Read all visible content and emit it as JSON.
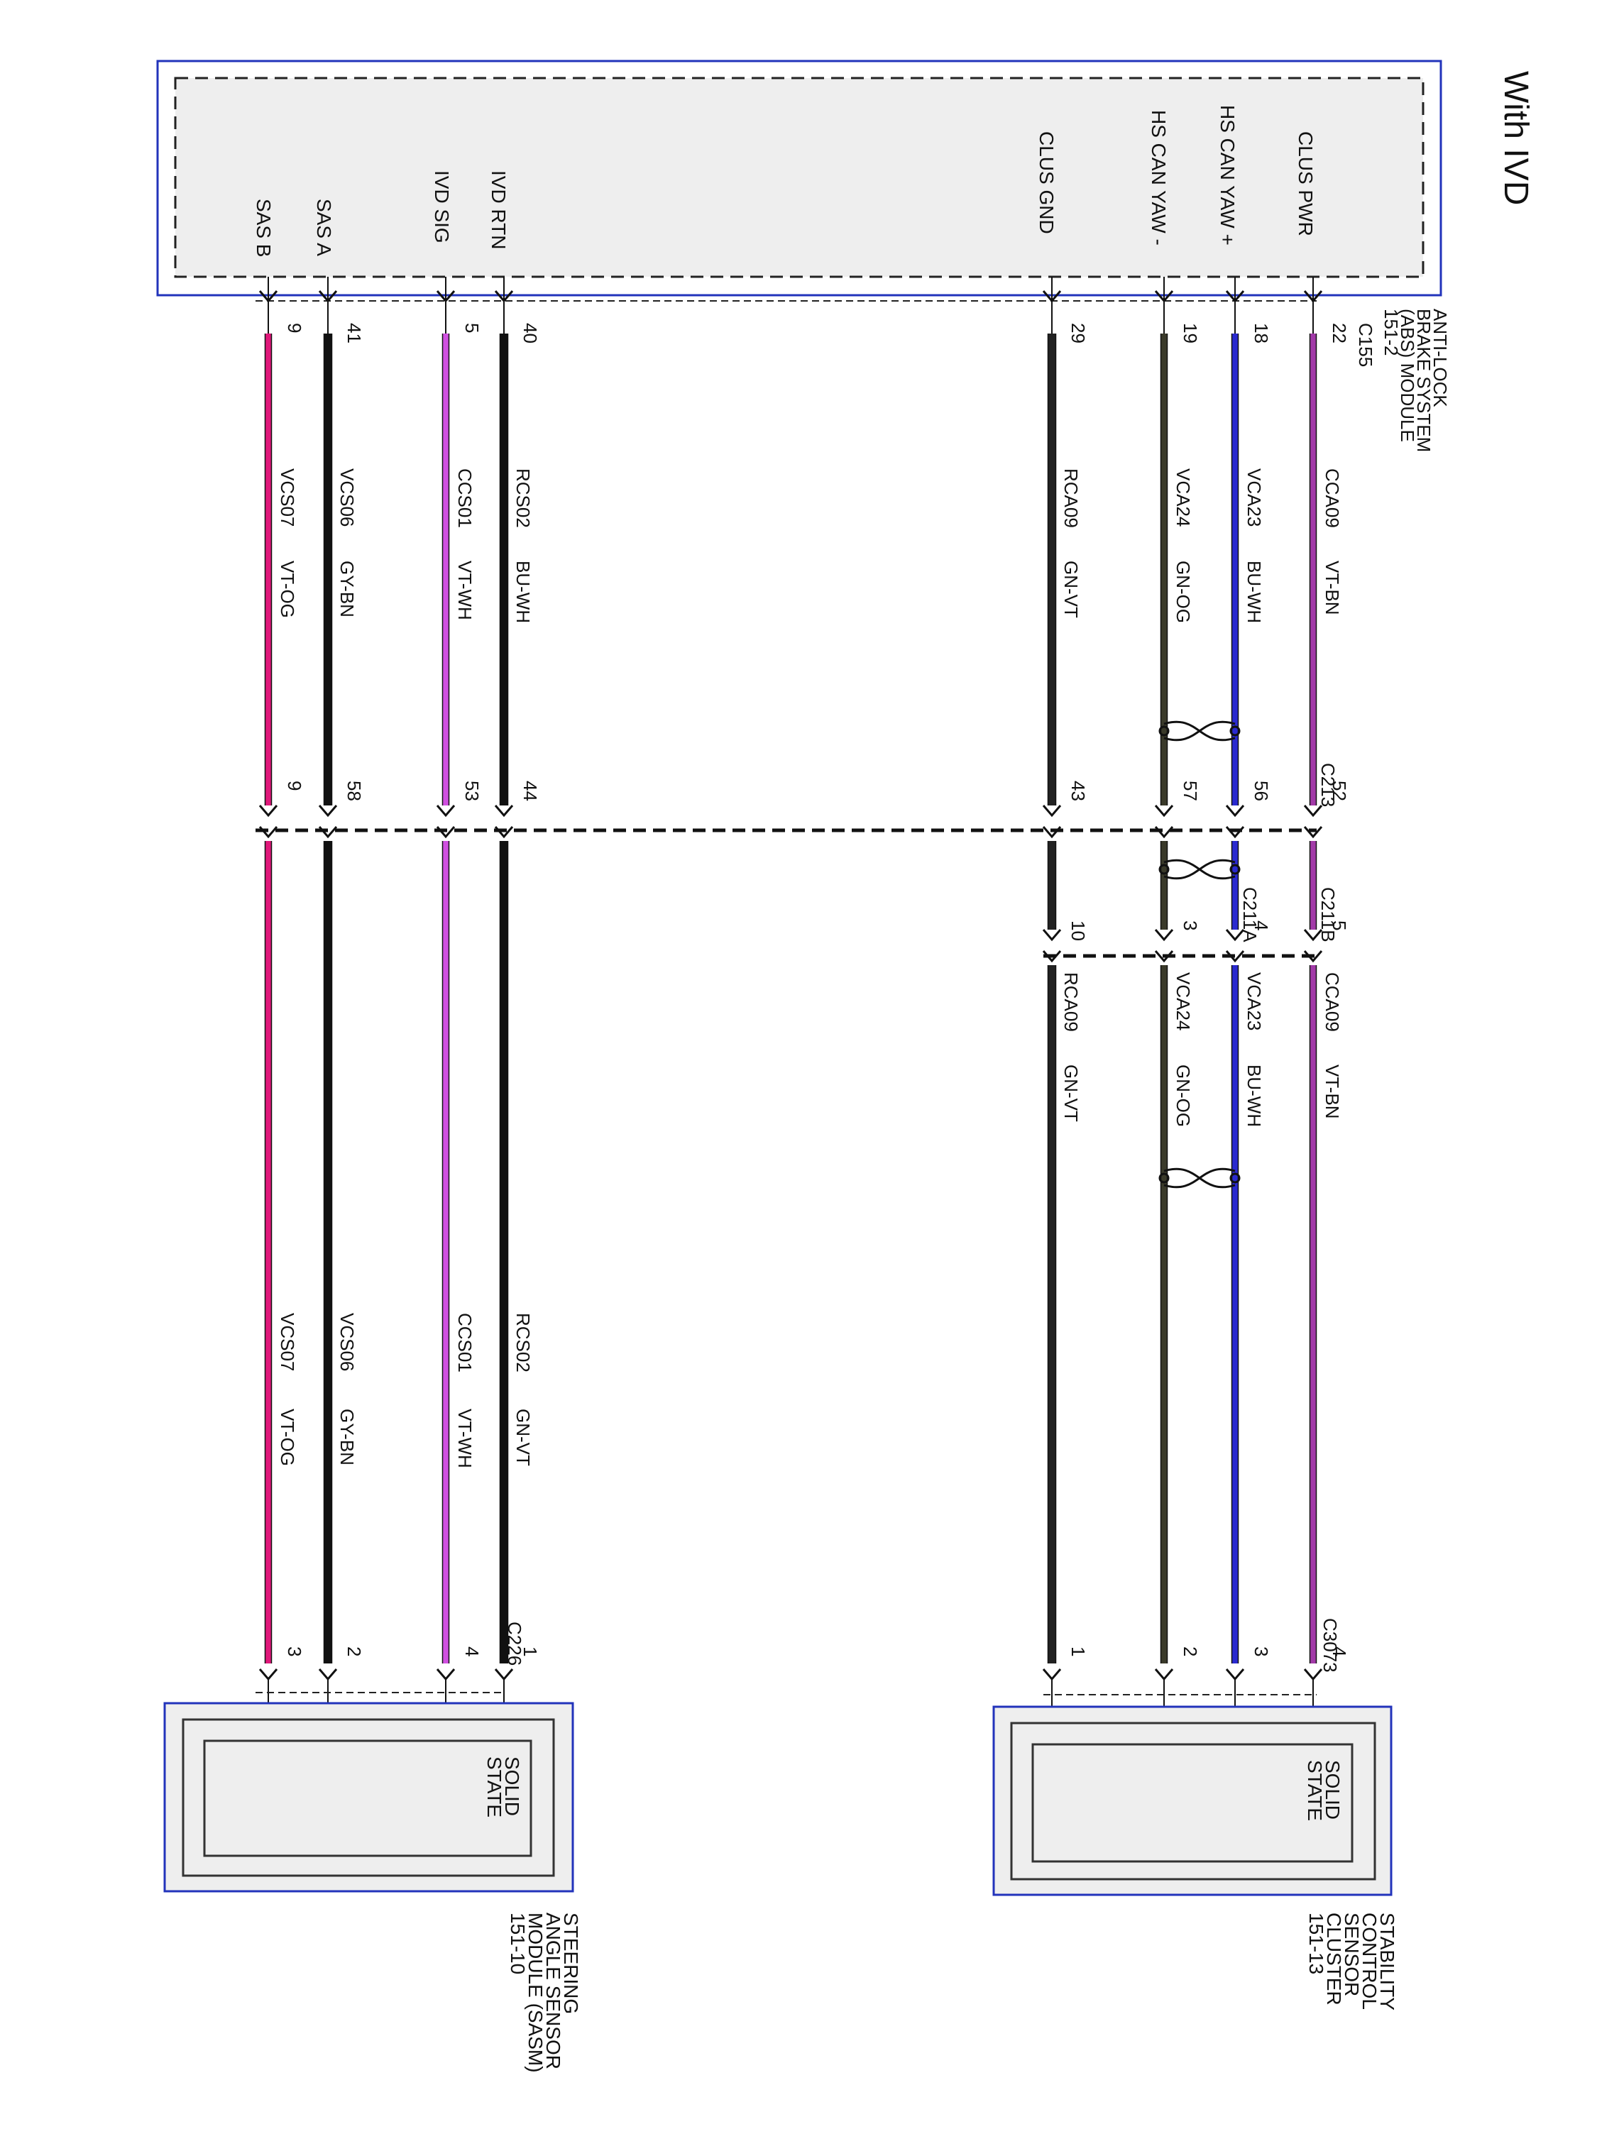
{
  "title": "With IVD",
  "colors": {
    "frame": "#2233bb",
    "violet_brown": "#a23aa8",
    "blue_white": "#2a2ad0",
    "green_orange": "#3a3a2a",
    "green_violet": "#222222",
    "blue_white_black": "#111111",
    "violet_white": "#d050e0",
    "gray_brown": "#111111",
    "violet_orange": "#e0187a",
    "module_fill": "#eeeeee"
  },
  "abs_module": {
    "name_lines": [
      "ANTI-LOCK",
      "BRAKE SYSTEM",
      "(ABS) MODULE",
      "151-2"
    ],
    "connector": "C155",
    "functions": [
      "CLUS PWR",
      "HS CAN YAW +",
      "HS CAN YAW -",
      "CLUS GND",
      "IVD RTN",
      "IVD SIG",
      "SAS A",
      "SAS B"
    ]
  },
  "stability_cluster": {
    "name_lines": [
      "STABILITY",
      "CONTROL",
      "SENSOR",
      "CLUSTER",
      "151-13"
    ],
    "connector": "C3073",
    "inner_label_lines": [
      "SOLID",
      "STATE"
    ]
  },
  "sasm": {
    "name_lines": [
      "STEERING",
      "ANGLE SENSOR",
      "MODULE (SASM)",
      "151-10"
    ],
    "connector": "C226",
    "inner_label_lines": [
      "SOLID",
      "STATE"
    ]
  },
  "inline_connectors": {
    "c213": "C213",
    "c211a": "C211A",
    "c211b": "C211B"
  },
  "wires": [
    {
      "function": "CLUS PWR",
      "pin_abs": "22",
      "circuit1": "CCA09",
      "color1": "VT-BN",
      "pin_c213": "52",
      "pin_c211": "5",
      "circuit2": "CCA09",
      "color2": "VT-BN",
      "pin_end": "4"
    },
    {
      "function": "HS CAN YAW +",
      "pin_abs": "18",
      "circuit1": "VCA23",
      "color1": "BU-WH",
      "pin_c213": "56",
      "pin_c211": "4",
      "circuit2": "VCA23",
      "color2": "BU-WH",
      "pin_end": "3"
    },
    {
      "function": "HS CAN YAW -",
      "pin_abs": "19",
      "circuit1": "VCA24",
      "color1": "GN-OG",
      "pin_c213": "57",
      "pin_c211": "3",
      "circuit2": "VCA24",
      "color2": "GN-OG",
      "pin_end": "2"
    },
    {
      "function": "CLUS GND",
      "pin_abs": "29",
      "circuit1": "RCA09",
      "color1": "GN-VT",
      "pin_c213": "43",
      "pin_c211": "10",
      "circuit2": "RCA09",
      "color2": "GN-VT",
      "pin_end": "1"
    },
    {
      "function": "IVD RTN",
      "pin_abs": "40",
      "circuit1": "RCS02",
      "color1": "BU-WH",
      "pin_c213": "44",
      "circuit2": "RCS02",
      "color2": "GN-VT",
      "pin_end": "1"
    },
    {
      "function": "IVD SIG",
      "pin_abs": "5",
      "circuit1": "CCS01",
      "color1": "VT-WH",
      "pin_c213": "53",
      "circuit2": "CCS01",
      "color2": "VT-WH",
      "pin_end": "4"
    },
    {
      "function": "SAS A",
      "pin_abs": "41",
      "circuit1": "VCS06",
      "color1": "GY-BN",
      "pin_c213": "58",
      "circuit2": "VCS06",
      "color2": "GY-BN",
      "pin_end": "2"
    },
    {
      "function": "SAS B",
      "pin_abs": "9",
      "circuit1": "VCS07",
      "color1": "VT-OG",
      "pin_c213": "9",
      "circuit2": "VCS07",
      "color2": "VT-OG",
      "pin_end": "3"
    }
  ]
}
